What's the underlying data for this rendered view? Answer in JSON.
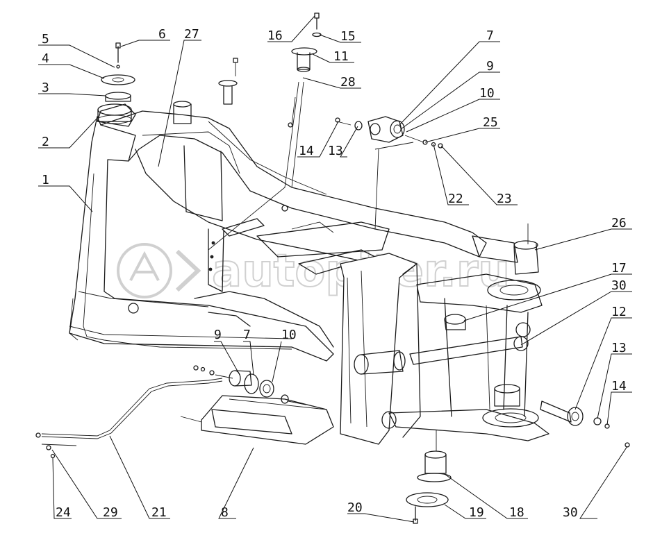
{
  "watermark": {
    "text": "autopiter.ru"
  },
  "callouts": [
    {
      "id": "1",
      "label": "1"
    },
    {
      "id": "2",
      "label": "2"
    },
    {
      "id": "3",
      "label": "3"
    },
    {
      "id": "4",
      "label": "4"
    },
    {
      "id": "5",
      "label": "5"
    },
    {
      "id": "6",
      "label": "6"
    },
    {
      "id": "27",
      "label": "27"
    },
    {
      "id": "16",
      "label": "16"
    },
    {
      "id": "15",
      "label": "15"
    },
    {
      "id": "11",
      "label": "11"
    },
    {
      "id": "28",
      "label": "28"
    },
    {
      "id": "7a",
      "label": "7"
    },
    {
      "id": "9a",
      "label": "9"
    },
    {
      "id": "10a",
      "label": "10"
    },
    {
      "id": "25",
      "label": "25"
    },
    {
      "id": "14a",
      "label": "14"
    },
    {
      "id": "13a",
      "label": "13"
    },
    {
      "id": "22",
      "label": "22"
    },
    {
      "id": "23",
      "label": "23"
    },
    {
      "id": "26",
      "label": "26"
    },
    {
      "id": "17",
      "label": "17"
    },
    {
      "id": "30a",
      "label": "30"
    },
    {
      "id": "12",
      "label": "12"
    },
    {
      "id": "13b",
      "label": "13"
    },
    {
      "id": "14b",
      "label": "14"
    },
    {
      "id": "9b",
      "label": "9"
    },
    {
      "id": "7b",
      "label": "7"
    },
    {
      "id": "10b",
      "label": "10"
    },
    {
      "id": "24",
      "label": "24"
    },
    {
      "id": "29",
      "label": "29"
    },
    {
      "id": "21",
      "label": "21"
    },
    {
      "id": "8",
      "label": "8"
    },
    {
      "id": "20",
      "label": "20"
    },
    {
      "id": "19",
      "label": "19"
    },
    {
      "id": "18",
      "label": "18"
    },
    {
      "id": "30b",
      "label": "30"
    }
  ]
}
